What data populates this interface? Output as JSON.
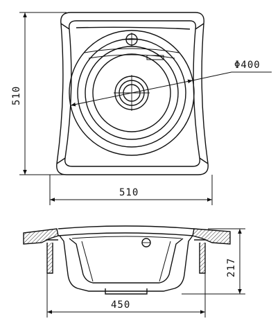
{
  "drawing": {
    "dimensions": {
      "height_left": "510",
      "width_top": "510",
      "bowl_diameter": "Φ400",
      "depth": "217",
      "width_bottom": "450"
    }
  },
  "colors": {
    "line": "#111111",
    "background": "#ffffff"
  }
}
